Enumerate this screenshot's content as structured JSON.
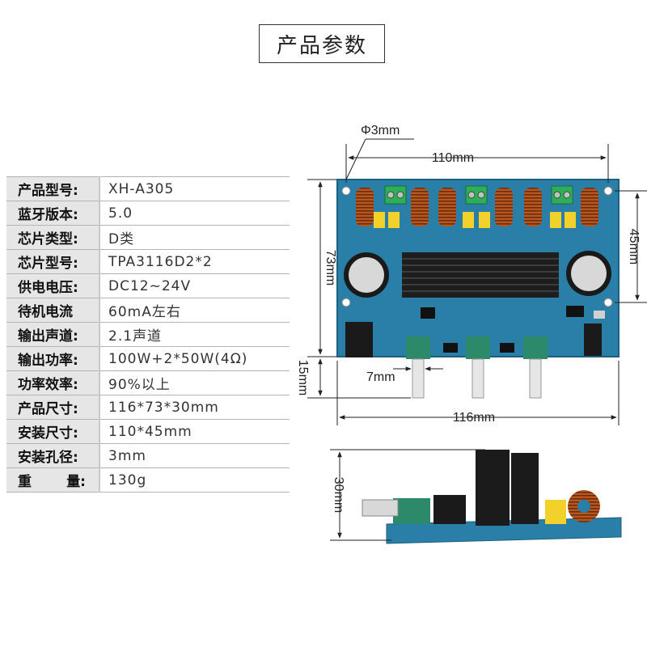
{
  "title": "产品参数",
  "specs": [
    {
      "key": "产品型号:",
      "value": "XH-A305"
    },
    {
      "key": "蓝牙版本:",
      "value": "5.0"
    },
    {
      "key": "芯片类型:",
      "value": "D类"
    },
    {
      "key": "芯片型号:",
      "value": "TPA3116D2*2"
    },
    {
      "key": "供电电压:",
      "value": "DC12~24V"
    },
    {
      "key": "待机电流",
      "value": "60mA左右"
    },
    {
      "key": "输出声道:",
      "value": "2.1声道"
    },
    {
      "key": "输出功率:",
      "value": "100W+2*50W(4Ω)"
    },
    {
      "key": "功率效率:",
      "value": "90%以上"
    },
    {
      "key": "产品尺寸:",
      "value": "116*73*30mm"
    },
    {
      "key": "安装尺寸:",
      "value": "110*45mm"
    },
    {
      "key": "安装孔径:",
      "value": "3mm"
    },
    {
      "key_a": "重",
      "key_b": "量:",
      "value": "130g"
    }
  ],
  "dimensions": {
    "hole": "Φ3mm",
    "mount_width": "110mm",
    "mount_height": "45mm",
    "board_height": "73mm",
    "knob_length": "15mm",
    "knob_spacing": "7mm",
    "board_width": "116mm",
    "side_height": "30mm"
  },
  "colors": {
    "pcb": "#2a7fa8",
    "heatsink": "#1e1e1e",
    "terminal": "#2fae5a",
    "capacitor_yellow": "#f2d22a"
  }
}
